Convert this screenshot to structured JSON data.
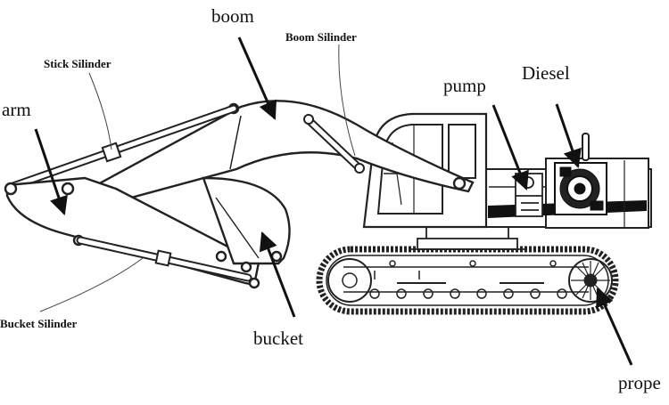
{
  "labels": {
    "boom": "boom",
    "boom_cylinder": "Boom Silinder",
    "stick_cylinder": "Stick Silinder",
    "arm": "arm",
    "pump": "pump",
    "diesel": "Diesel",
    "bucket": "bucket",
    "bucket_cylinder": "Bucket Silinder",
    "propeller": "prope"
  }
}
